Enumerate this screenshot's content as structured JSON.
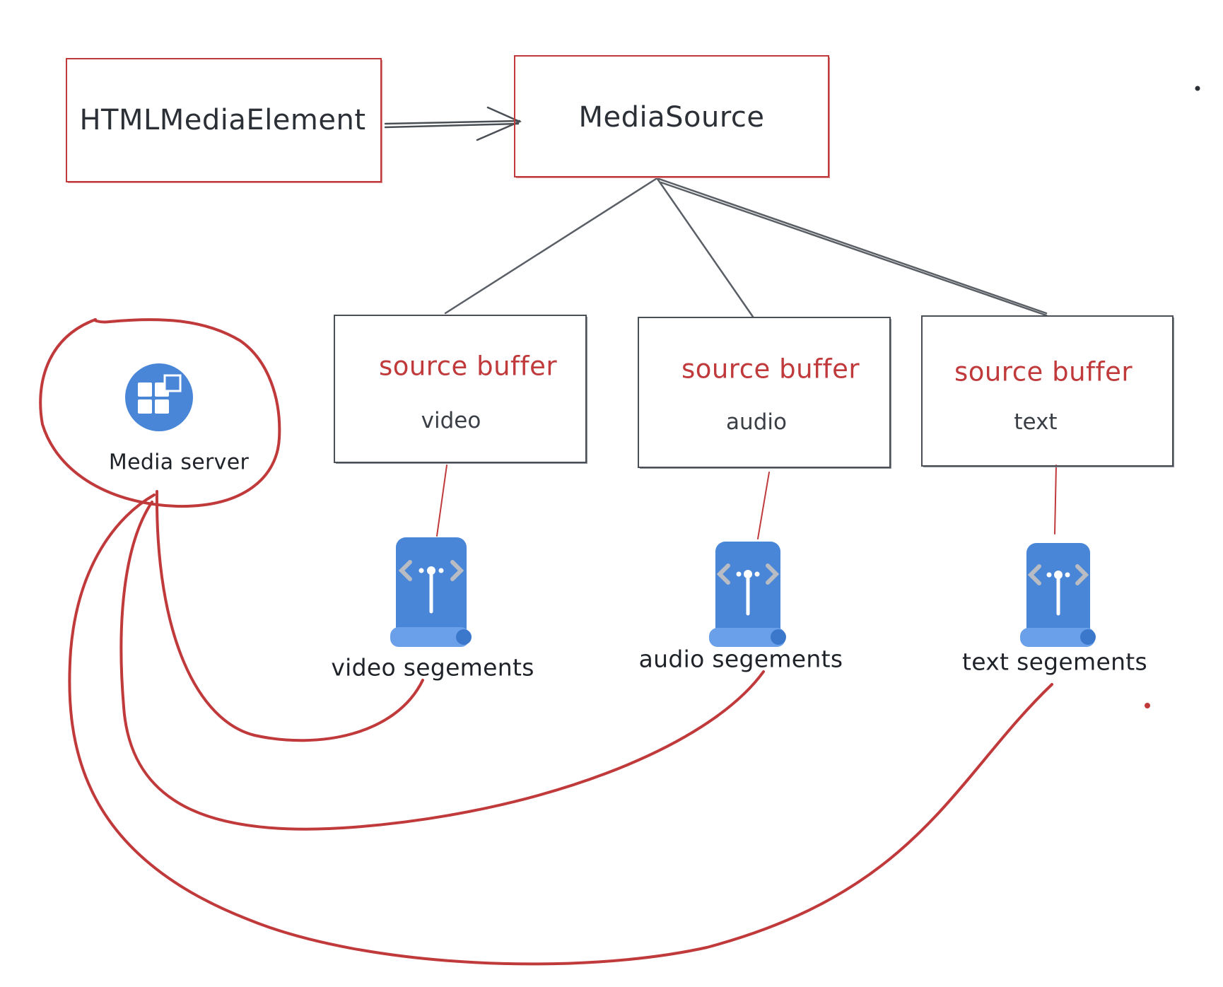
{
  "boxes": {
    "html_media_element": "HTMLMediaElement",
    "media_source": "MediaSource"
  },
  "buffers": [
    {
      "title": "source buffer",
      "type": "video"
    },
    {
      "title": "source buffer",
      "type": "audio"
    },
    {
      "title": "source buffer",
      "type": "text"
    }
  ],
  "segments": [
    {
      "label": "video segements",
      "icon": "api-scroll-icon"
    },
    {
      "label": "audio segements",
      "icon": "api-scroll-icon"
    },
    {
      "label": "text segements",
      "icon": "api-scroll-icon"
    }
  ],
  "server": {
    "label": "Media server",
    "icon": "media-server-icon"
  },
  "colors": {
    "red": "#c0393b",
    "gray": "#4a4f55",
    "icon_blue": "#4a86d8",
    "icon_light": "#6aa0ea"
  }
}
